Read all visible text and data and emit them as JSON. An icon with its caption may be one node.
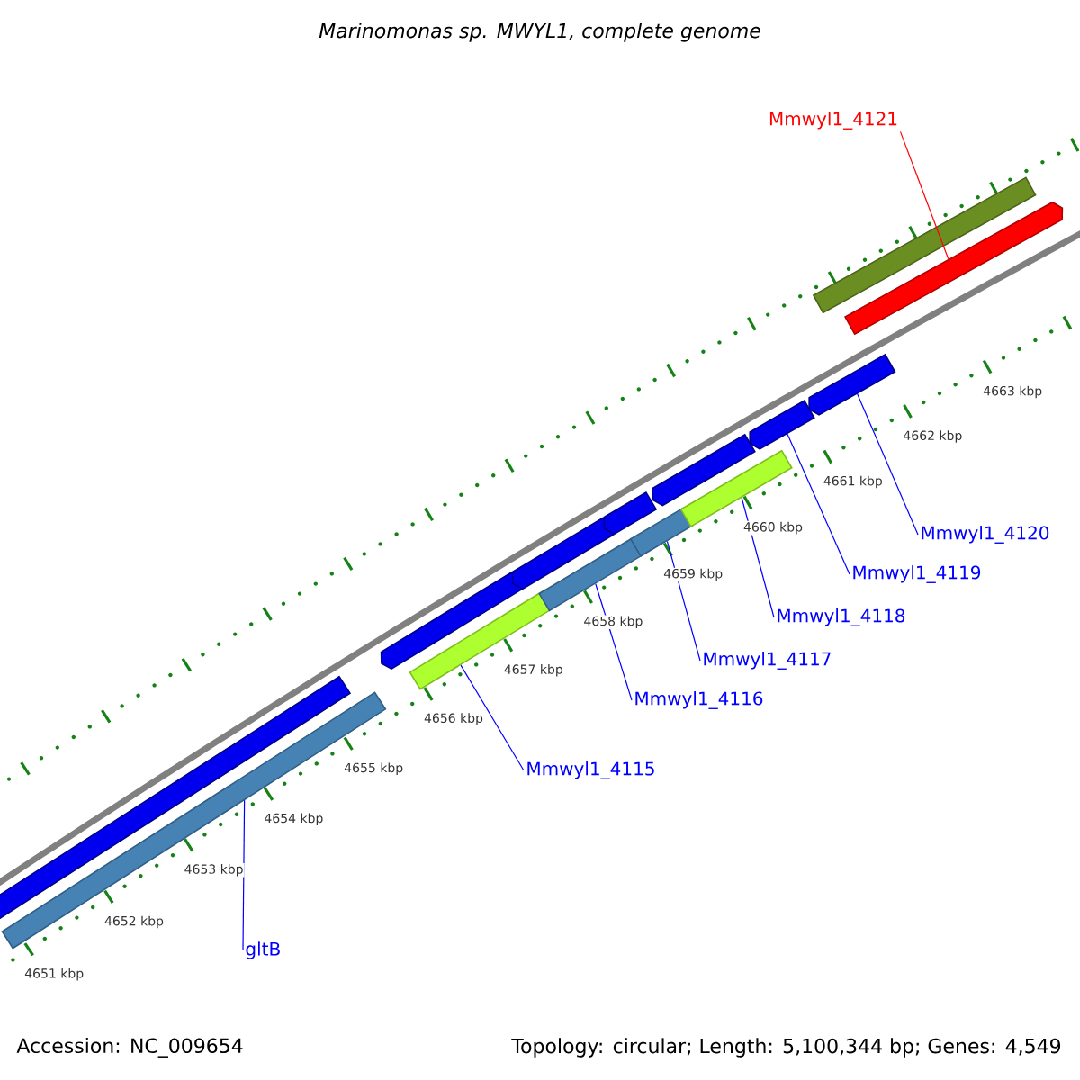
{
  "diagram": {
    "title": "Marinomonas sp. MWYL1, complete genome",
    "nodes": [
      {
        "text": [],
        "shape": "bar"
      },
      {
        "text": [],
        "shape": "bar"
      },
      {
        "text": [],
        "shape": "bar"
      },
      {
        "text": [],
        "shape": "bar"
      },
      {
        "text": [],
        "shape": "bar"
      },
      {
        "text": [],
        "shape": "bar"
      },
      {
        "text": [],
        "shape": "bar"
      },
      {
        "text": [],
        "shape": "bar"
      },
      {
        "text": [],
        "shape": "bar"
      },
      {
        "text": [],
        "shape": "bar"
      },
      {
        "text": [],
        "shape": "bar"
      },
      {
        "text": [],
        "shape": "bar"
      },
      {
        "text": [],
        "shape": "bar"
      },
      {
        "text": [],
        "shape": "bar"
      },
      {
        "text": [
          "gltB"
        ]
      },
      {
        "text": [
          "Mmwyl1_4115"
        ]
      },
      {
        "text": [
          "Mmwyl1_4116"
        ]
      },
      {
        "text": [
          "Mmwyl1_4117"
        ]
      },
      {
        "text": [
          "Mmwyl1_4118"
        ]
      },
      {
        "text": [
          "Mmwyl1_4119"
        ]
      },
      {
        "text": [
          "Mmwyl1_4120"
        ]
      },
      {
        "text": [
          "Mmwyl1_4121"
        ]
      }
    ],
    "edges": [
      {
        "from": 14,
        "to": 1,
        "arrow": "none"
      },
      {
        "from": 15,
        "to": 3,
        "arrow": "none"
      },
      {
        "from": 16,
        "to": 5,
        "arrow": "none"
      },
      {
        "from": 17,
        "to": 7,
        "arrow": "none"
      },
      {
        "from": 18,
        "to": 9,
        "arrow": "none"
      },
      {
        "from": 19,
        "to": 10,
        "arrow": "none"
      },
      {
        "from": 20,
        "to": 11,
        "arrow": "none"
      },
      {
        "from": 21,
        "to": 13,
        "arrow": "none",
        "color": "#ff0000"
      }
    ],
    "labels": [
      "4651 kbp",
      "4652 kbp",
      "4653 kbp",
      "4654 kbp",
      "4655 kbp",
      "4656 kbp",
      "4657 kbp",
      "4658 kbp",
      "4659 kbp",
      "4660 kbp",
      "4661 kbp",
      "4662 kbp",
      "4663 kbp",
      "Accession: NC_009654",
      "Topology: circular; Length: 5,100,344 bp; Genes: 4,549"
    ]
  }
}
